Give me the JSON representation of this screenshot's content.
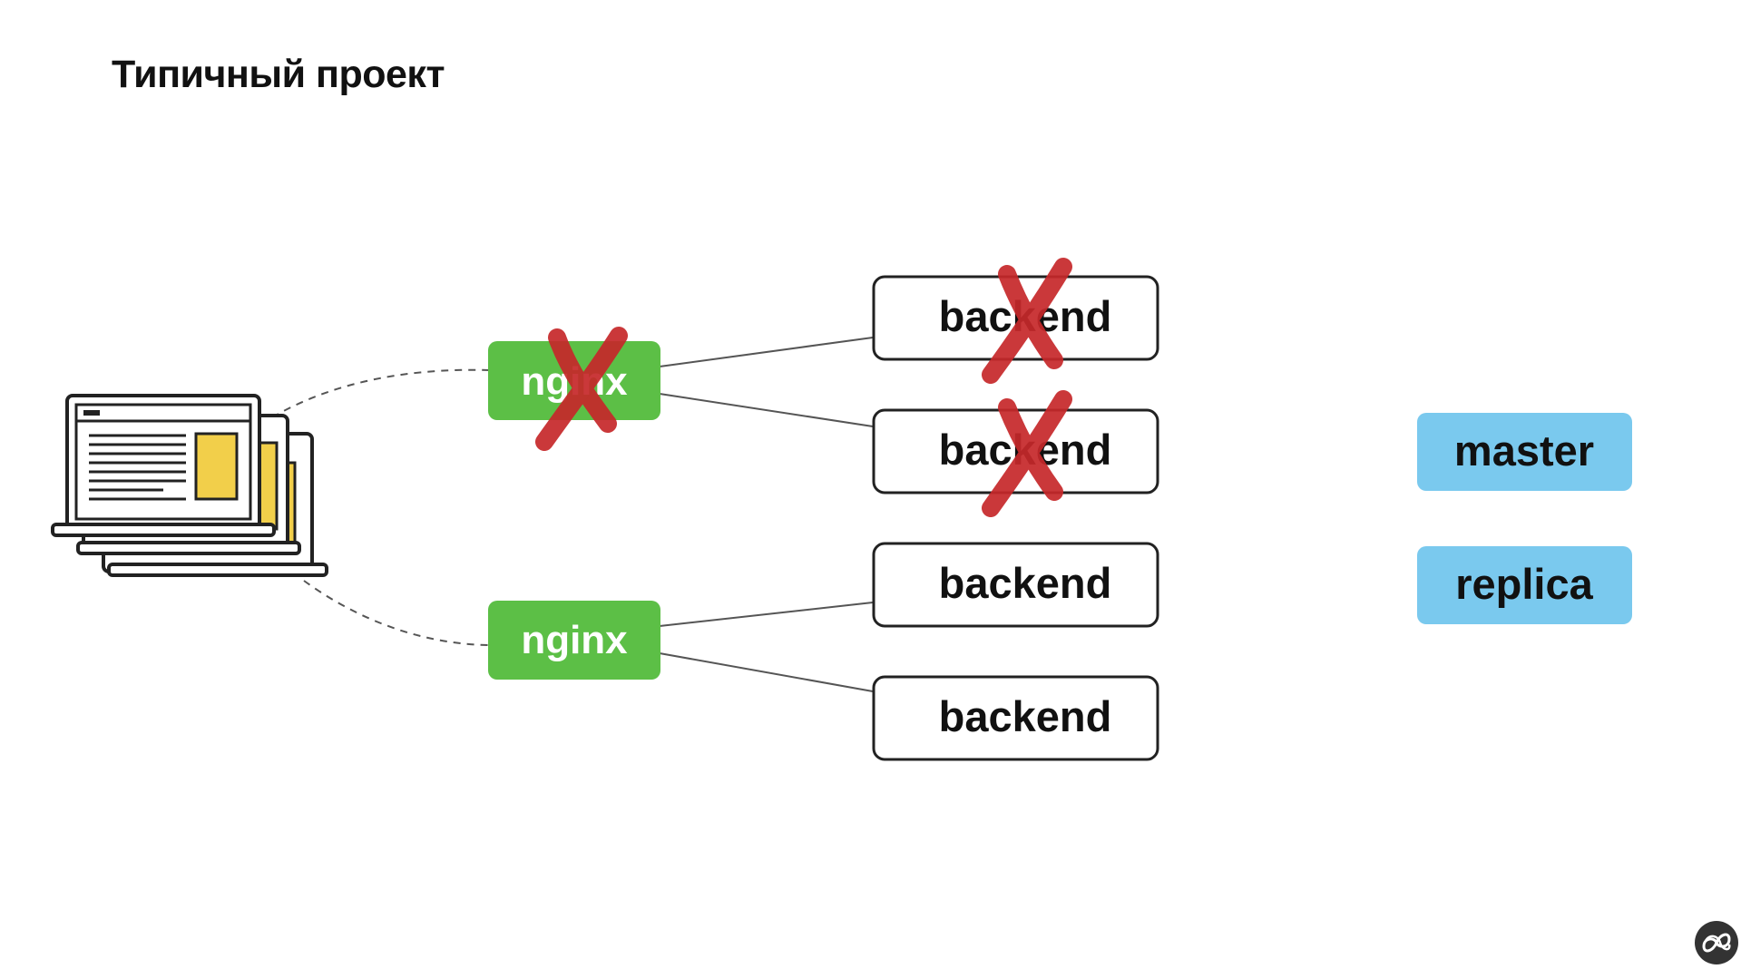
{
  "slide": {
    "title": "Типичный проект",
    "background": "#ffffff"
  },
  "diagram": {
    "client": {
      "icon": "laptops-icon",
      "highlight_color": "#f2cf4a"
    },
    "nginx_nodes": [
      {
        "label": "nginx",
        "color": "#5cbf46",
        "failed": true
      },
      {
        "label": "nginx",
        "color": "#5cbf46",
        "failed": false
      }
    ],
    "backend_nodes": [
      {
        "label": "backend",
        "failed": true
      },
      {
        "label": "backend",
        "failed": true
      },
      {
        "label": "backend",
        "failed": false
      },
      {
        "label": "backend",
        "failed": false
      }
    ],
    "db_nodes": [
      {
        "label": "master",
        "color": "#7ac9ee"
      },
      {
        "label": "replica",
        "color": "#7ac9ee"
      }
    ],
    "failure_mark_color": "#c6282a"
  },
  "watermark": {
    "icon": "channel-logo-icon"
  }
}
